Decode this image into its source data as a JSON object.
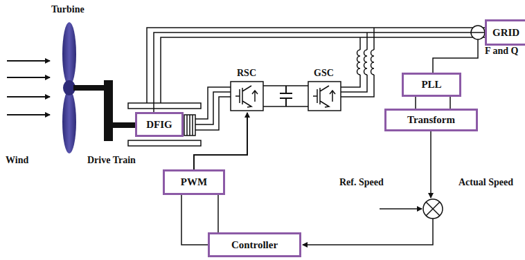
{
  "diagram": {
    "nodes": [
      {
        "text": [
          "GRID"
        ]
      },
      {
        "text": [
          "PLL"
        ]
      },
      {
        "text": [
          "DFIG"
        ]
      },
      {
        "text": [
          "Transform"
        ]
      },
      {
        "text": [
          "PWM"
        ]
      },
      {
        "text": [
          "Controller"
        ]
      }
    ],
    "edges": [
      {
        "from": 2,
        "to": 0,
        "arrow": "none"
      },
      {
        "from": 1,
        "to": 3,
        "arrow": "none"
      },
      {
        "from": 4,
        "to": 5,
        "arrow": "none"
      }
    ],
    "labels": [
      "Turbine",
      "Wind",
      "Drive Train",
      "RSC",
      "GSC",
      "F and Q",
      "Ref. Speed",
      "Actual Speed"
    ]
  }
}
